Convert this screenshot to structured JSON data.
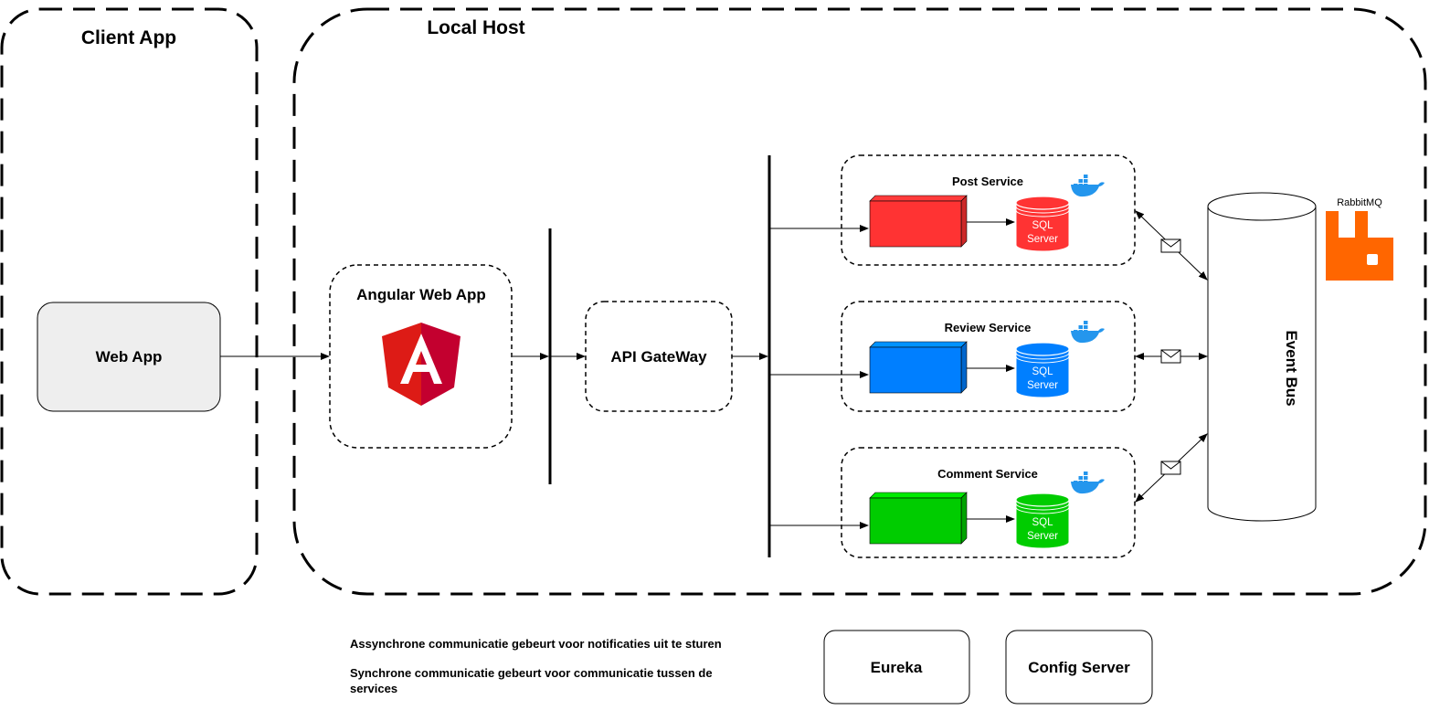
{
  "zones": {
    "client_app": "Client App",
    "local_host": "Local Host"
  },
  "nodes": {
    "web_app": "Web App",
    "angular_web_app": "Angular Web App",
    "api_gateway": "API GateWay",
    "event_bus": "Event Bus",
    "rabbitmq": "RabbitMQ",
    "eureka": "Eureka",
    "config_server": "Config Server"
  },
  "services": [
    {
      "name": "Post Service",
      "db_line1": "SQL",
      "db_line2": "Server",
      "color": "#ff3333"
    },
    {
      "name": "Review Service",
      "db_line1": "SQL",
      "db_line2": "Server",
      "color": "#007fff"
    },
    {
      "name": "Comment Service",
      "db_line1": "SQL",
      "db_line2": "Server",
      "color": "#00cc00"
    }
  ],
  "notes": {
    "async": "Assynchrone communicatie gebeurt voor notificaties uit te sturen",
    "sync_line1": "Synchrone communicatie gebeurt voor communicatie tussen de",
    "sync_line2": "services"
  },
  "colors": {
    "angular_light": "#dd1b16",
    "angular_dark": "#c3002f",
    "rabbitmq": "#ff6600",
    "docker": "#2496ed",
    "web_app_fill": "#eeeeee"
  }
}
